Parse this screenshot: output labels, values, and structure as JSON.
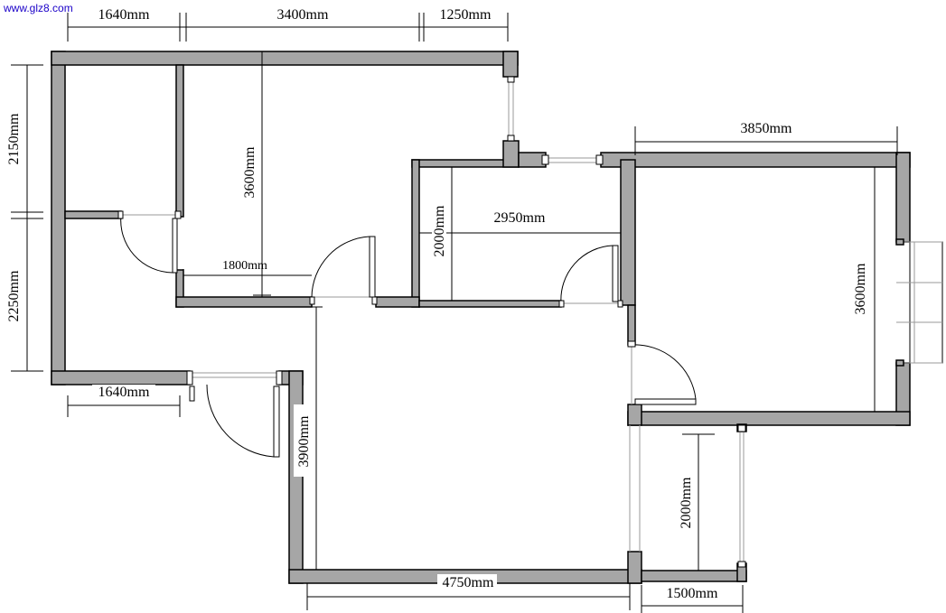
{
  "watermark": "www.glz8.com",
  "dimensions": {
    "top_left": "1640mm",
    "top_middle": "3400mm",
    "top_right": "1250mm",
    "left_upper": "2150mm",
    "left_lower": "2250mm",
    "bedroom_height": "3600mm",
    "bedroom_inner": "1800mm",
    "middle_room_height": "2000mm",
    "middle_room_width": "2950mm",
    "right_room_width": "3850mm",
    "right_room_height": "3600mm",
    "left_bottom_width": "1640mm",
    "hall_height": "3900mm",
    "hall_width": "4750mm",
    "balcony_height": "2000mm",
    "balcony_width": "1500mm"
  }
}
